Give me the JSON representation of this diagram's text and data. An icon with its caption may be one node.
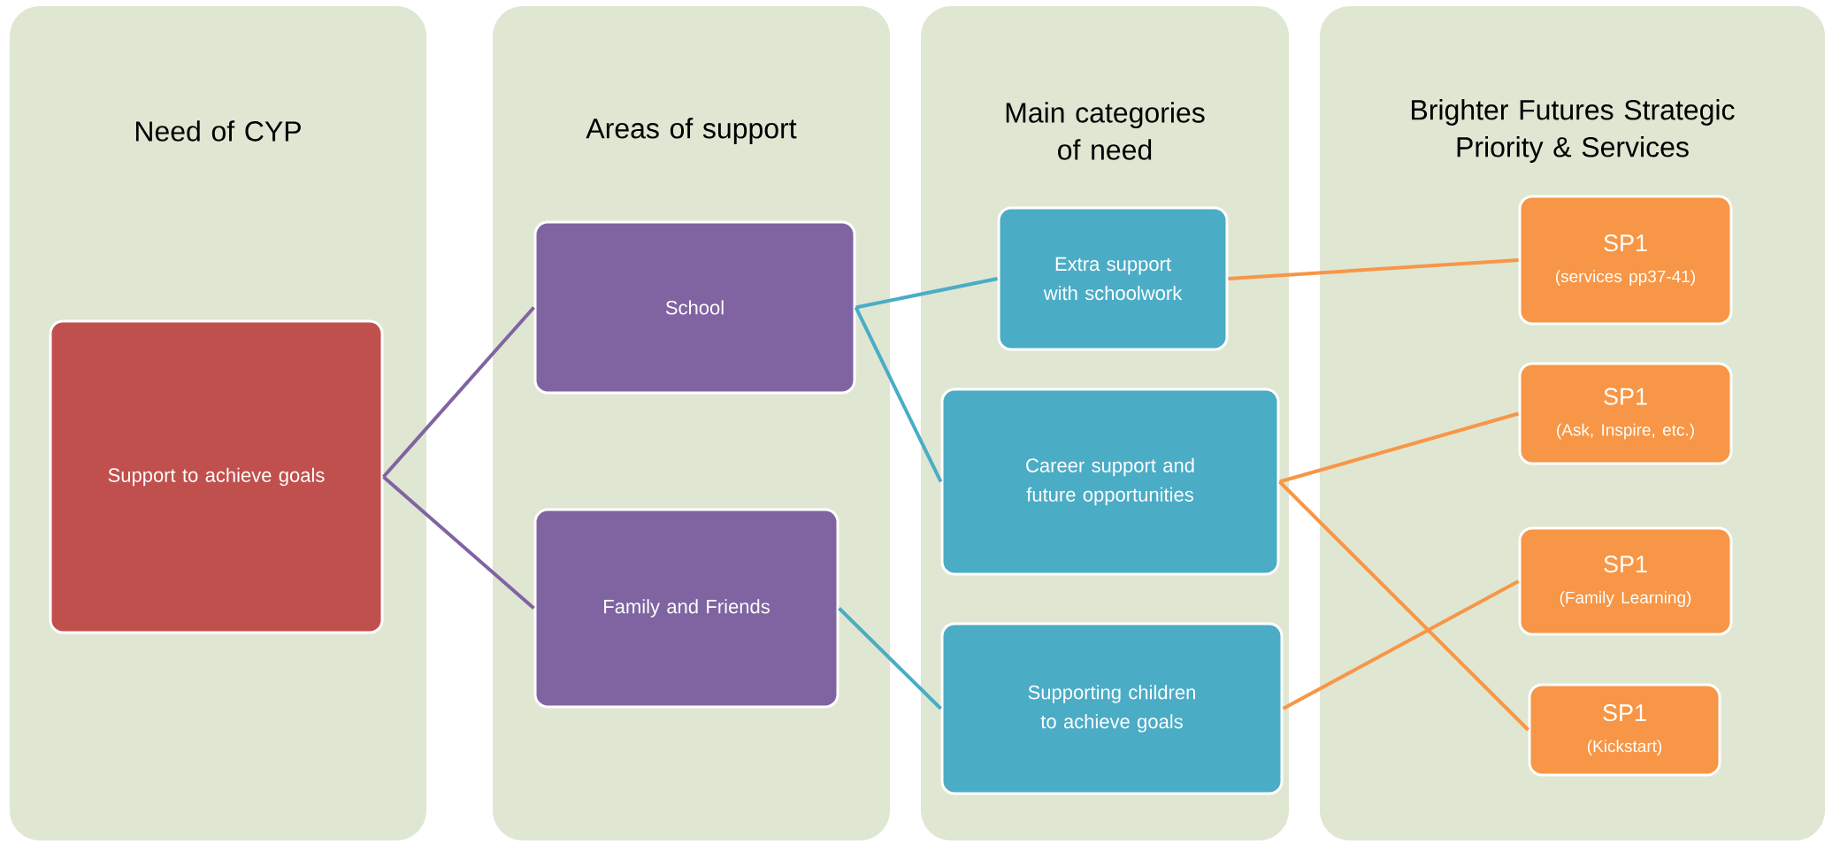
{
  "diagram": {
    "nodes": [
      {
        "text": [
          "Need of CYP"
        ]
      },
      {
        "text": [
          "Support to achieve goals"
        ],
        "in": 0
      },
      {
        "text": [
          "Areas of support"
        ]
      },
      {
        "text": [
          "School"
        ],
        "in": 2
      },
      {
        "text": [
          "Family and Friends"
        ],
        "in": 2
      },
      {
        "text": [
          "Main categories of need"
        ]
      },
      {
        "text": [
          "Extra support with schoolwork"
        ],
        "in": 5
      },
      {
        "text": [
          "Career support and future opportunities"
        ],
        "in": 5
      },
      {
        "text": [
          "Supporting children to achieve goals"
        ],
        "in": 5
      },
      {
        "text": [
          "Brighter Futures Strategic Priority & Services"
        ]
      },
      {
        "text": [
          "SP1",
          "(services pp37-41)"
        ],
        "in": 9
      },
      {
        "text": [
          "SP1",
          "(Ask, Inspire, etc.)"
        ],
        "in": 9
      },
      {
        "text": [
          "SP1",
          "(Family Learning)"
        ],
        "in": 9
      },
      {
        "text": [
          "SP1",
          "(Kickstart)"
        ],
        "in": 9
      }
    ],
    "edges": [
      {
        "from": 1,
        "to": 3,
        "arrow": "none",
        "color": "#8064a2"
      },
      {
        "from": 1,
        "to": 4,
        "arrow": "none",
        "color": "#8064a2"
      },
      {
        "from": 3,
        "to": 6,
        "arrow": "none",
        "color": "#4bacc6"
      },
      {
        "from": 3,
        "to": 7,
        "arrow": "none",
        "color": "#4bacc6"
      },
      {
        "from": 4,
        "to": 8,
        "arrow": "none",
        "color": "#4bacc6"
      },
      {
        "from": 6,
        "to": 10,
        "arrow": "none",
        "color": "#f79646"
      },
      {
        "from": 7,
        "to": 11,
        "arrow": "none",
        "color": "#f79646"
      },
      {
        "from": 7,
        "to": 13,
        "arrow": "none",
        "color": "#f79646"
      },
      {
        "from": 8,
        "to": 12,
        "arrow": "none",
        "color": "#f79646"
      }
    ]
  }
}
